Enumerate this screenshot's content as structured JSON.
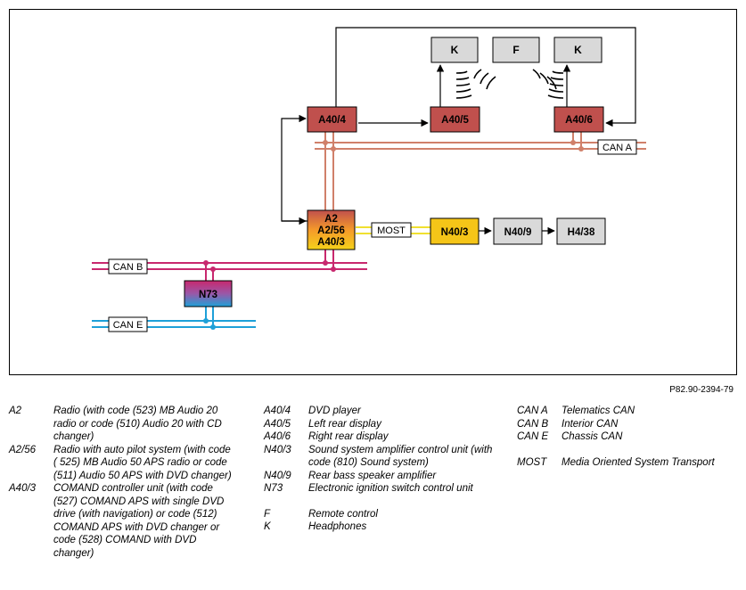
{
  "nodes": {
    "k_left": "K",
    "f": "F",
    "k_right": "K",
    "a40_4": "A40/4",
    "a40_5": "A40/5",
    "a40_6": "A40/6",
    "a2_l1": "A2",
    "a2_l2": "A2/56",
    "a2_l3": "A40/3",
    "n40_3": "N40/3",
    "n40_9": "N40/9",
    "h4_38": "H4/38",
    "n73": "N73"
  },
  "bus_labels": {
    "can_a": "CAN A",
    "can_b": "CAN B",
    "can_e": "CAN E",
    "most": "MOST"
  },
  "colors": {
    "node_red": "#c0504d",
    "node_gray": "#d9d9d9",
    "node_yellow": "#f5c518",
    "can_a_line": "#d0806a",
    "can_b_line": "#c8286e",
    "can_e_line": "#1ea0d8",
    "most_line": "#f0e030",
    "n73_top": "#c8286e",
    "n73_bottom": "#1ea0d8"
  },
  "reference": "P82.90-2394-79",
  "legend_col1": [
    {
      "code": "A2",
      "desc": "Radio (with code (523) MB Audio 20 radio or code (510) Audio 20 with CD changer)"
    },
    {
      "code": "A2/56",
      "desc": "Radio with auto pilot system (with code ( 525) MB Audio 50 APS radio or code (511) Audio 50 APS with DVD changer)"
    },
    {
      "code": "A40/3",
      "desc": "COMAND controller unit (with code (527) COMAND APS with single DVD drive (with navigation) or code (512) COMAND APS with DVD changer or code (528) COMAND with DVD changer)"
    }
  ],
  "legend_col2": [
    {
      "code": "A40/4",
      "desc": "DVD player"
    },
    {
      "code": "A40/5",
      "desc": "Left rear display"
    },
    {
      "code": "A40/6",
      "desc": "Right rear display"
    },
    {
      "code": "N40/3",
      "desc": "Sound system amplifier control unit (with code (810) Sound system)"
    },
    {
      "code": "N40/9",
      "desc": "Rear bass speaker amplifier"
    },
    {
      "code": "N73",
      "desc": "Electronic ignition switch control unit"
    }
  ],
  "legend_col2b": [
    {
      "code": "F",
      "desc": "Remote control"
    },
    {
      "code": "K",
      "desc": "Headphones"
    }
  ],
  "legend_col3": [
    {
      "code": "CAN A",
      "desc": "Telematics CAN"
    },
    {
      "code": "CAN B",
      "desc": "Interior CAN"
    },
    {
      "code": "CAN E",
      "desc": "Chassis CAN"
    }
  ],
  "legend_col3b": [
    {
      "code": "MOST",
      "desc": "Media Oriented System Transport"
    }
  ]
}
